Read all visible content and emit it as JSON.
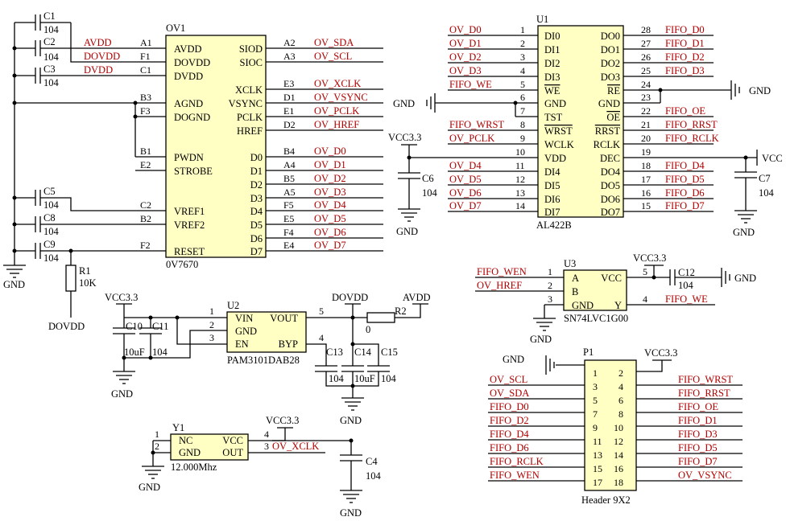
{
  "ov7670": {
    "ref": "OV1",
    "value": "0V7670",
    "left_pins": [
      {
        "num": "A1",
        "name": "AVDD",
        "net": "AVDD"
      },
      {
        "num": "F1",
        "name": "DOVDD",
        "net": "DOVDD"
      },
      {
        "num": "C1",
        "name": "DVDD",
        "net": "DVDD"
      },
      {
        "num": "B3",
        "name": "AGND",
        "net": ""
      },
      {
        "num": "F3",
        "name": "DOGND",
        "net": ""
      },
      {
        "num": "B1",
        "name": "PWDN",
        "net": ""
      },
      {
        "num": "E2",
        "name": "STROBE",
        "net": ""
      },
      {
        "num": "C2",
        "name": "VREF1",
        "net": ""
      },
      {
        "num": "B2",
        "name": "VREF2",
        "net": ""
      },
      {
        "num": "F2",
        "name": "RESET",
        "net": ""
      }
    ],
    "right_pins": [
      {
        "num": "A2",
        "name": "SIOD",
        "net": "OV_SDA"
      },
      {
        "num": "A3",
        "name": "SIOC",
        "net": "OV_SCL"
      },
      {
        "num": "E3",
        "name": "XCLK",
        "net": "OV_XCLK"
      },
      {
        "num": "D1",
        "name": "VSYNC",
        "net": "OV_VSYNC"
      },
      {
        "num": "E1",
        "name": "PCLK",
        "net": "OV_PCLK"
      },
      {
        "num": "D2",
        "name": "HREF",
        "net": "OV_HREF"
      },
      {
        "num": "B4",
        "name": "D0",
        "net": "OV_D0"
      },
      {
        "num": "A4",
        "name": "D1",
        "net": "OV_D1"
      },
      {
        "num": "B5",
        "name": "D2",
        "net": "OV_D2"
      },
      {
        "num": "A5",
        "name": "D3",
        "net": "OV_D3"
      },
      {
        "num": "F5",
        "name": "D4",
        "net": "OV_D4"
      },
      {
        "num": "E5",
        "name": "D5",
        "net": "OV_D5"
      },
      {
        "num": "F4",
        "name": "D6",
        "net": "OV_D6"
      },
      {
        "num": "E4",
        "name": "D7",
        "net": "OV_D7"
      }
    ]
  },
  "al422b": {
    "ref": "U1",
    "value": "AL422B",
    "left_pins": [
      {
        "num": "1",
        "name": "DI0",
        "net": "OV_D0"
      },
      {
        "num": "2",
        "name": "DI1",
        "net": "OV_D1"
      },
      {
        "num": "3",
        "name": "DI2",
        "net": "OV_D2"
      },
      {
        "num": "4",
        "name": "DI3",
        "net": "OV_D3"
      },
      {
        "num": "5",
        "name": "WE",
        "net": "FIFO_WE"
      },
      {
        "num": "6",
        "name": "GND",
        "net": ""
      },
      {
        "num": "7",
        "name": "TST",
        "net": ""
      },
      {
        "num": "8",
        "name": "WRST",
        "net": "FIFO_WRST"
      },
      {
        "num": "9",
        "name": "WCLK",
        "net": "OV_PCLK"
      },
      {
        "num": "10",
        "name": "VDD",
        "net": ""
      },
      {
        "num": "11",
        "name": "DI4",
        "net": "OV_D4"
      },
      {
        "num": "12",
        "name": "DI5",
        "net": "OV_D5"
      },
      {
        "num": "13",
        "name": "DI6",
        "net": "OV_D6"
      },
      {
        "num": "14",
        "name": "DI7",
        "net": "OV_D7"
      }
    ],
    "right_pins": [
      {
        "num": "28",
        "name": "DO0",
        "net": "FIFO_D0"
      },
      {
        "num": "27",
        "name": "DO1",
        "net": "FIFO_D1"
      },
      {
        "num": "26",
        "name": "DO2",
        "net": "FIFO_D2"
      },
      {
        "num": "25",
        "name": "DO3",
        "net": "FIFO_D3"
      },
      {
        "num": "24",
        "name": "RE",
        "net": ""
      },
      {
        "num": "23",
        "name": "GND",
        "net": ""
      },
      {
        "num": "22",
        "name": "OE",
        "net": "FIFO_OE"
      },
      {
        "num": "21",
        "name": "RRST",
        "net": "FIFO_RRST"
      },
      {
        "num": "20",
        "name": "RCLK",
        "net": "FIFO_RCLK"
      },
      {
        "num": "19",
        "name": "DEC",
        "net": ""
      },
      {
        "num": "18",
        "name": "DO4",
        "net": "FIFO_D4"
      },
      {
        "num": "17",
        "name": "DO5",
        "net": "FIFO_D5"
      },
      {
        "num": "16",
        "name": "DO6",
        "net": "FIFO_D6"
      },
      {
        "num": "15",
        "name": "DO7",
        "net": "FIFO_D7"
      }
    ]
  },
  "u3": {
    "ref": "U3",
    "value": "SN74LVC1G00",
    "pin_names": [
      "A",
      "B",
      "GND",
      "Y",
      "VCC"
    ],
    "pin_nums": [
      "1",
      "2",
      "3",
      "4",
      "5"
    ],
    "nets": [
      "FIFO_WEN",
      "OV_HREF",
      "FIFO_WE"
    ]
  },
  "u2": {
    "ref": "U2",
    "value": "PAM3101DAB28",
    "pin_names": [
      "VIN",
      "GND",
      "EN",
      "VOUT",
      "BYP"
    ],
    "pin_nums": [
      "1",
      "2",
      "3",
      "5",
      "4"
    ]
  },
  "y1": {
    "ref": "Y1",
    "value": "12.000Mhz",
    "pin_names": [
      "NC",
      "GND",
      "VCC",
      "OUT"
    ],
    "pin_nums": [
      "1",
      "2",
      "4",
      "3"
    ],
    "net": "OV_XCLK"
  },
  "header": {
    "ref": "P1",
    "value": "Header 9X2",
    "left_nets": [
      "",
      "OV_SCL",
      "OV_SDA",
      "FIFO_D0",
      "FIFO_D2",
      "FIFO_D4",
      "FIFO_D6",
      "FIFO_RCLK",
      "FIFO_WEN"
    ],
    "right_nets": [
      "",
      "FIFO_WRST",
      "FIFO_RRST",
      "FIFO_OE",
      "FIFO_D1",
      "FIFO_D3",
      "FIFO_D5",
      "FIFO_D7",
      "OV_VSYNC"
    ],
    "left_nums": [
      "1",
      "3",
      "5",
      "7",
      "9",
      "11",
      "13",
      "15",
      "17"
    ],
    "right_nums": [
      "2",
      "4",
      "6",
      "8",
      "10",
      "12",
      "14",
      "16",
      "18"
    ]
  },
  "caps": {
    "c1": {
      "ref": "C1",
      "value": "104"
    },
    "c2": {
      "ref": "C2",
      "value": "104"
    },
    "c3": {
      "ref": "C3",
      "value": "104"
    },
    "c5": {
      "ref": "C5",
      "value": "104"
    },
    "c8": {
      "ref": "C8",
      "value": "104"
    },
    "c9": {
      "ref": "C9",
      "value": "104"
    },
    "c6": {
      "ref": "C6",
      "value": "104"
    },
    "c7": {
      "ref": "C7",
      "value": "104"
    },
    "c12": {
      "ref": "C12",
      "value": "104"
    },
    "c10": {
      "ref": "C10",
      "value": "10uF"
    },
    "c11": {
      "ref": "C11",
      "value": "104"
    },
    "c13": {
      "ref": "C13",
      "value": "104"
    },
    "c14": {
      "ref": "C14",
      "value": "10uF"
    },
    "c15": {
      "ref": "C15",
      "value": "104"
    },
    "c4": {
      "ref": "C4",
      "value": "104"
    }
  },
  "resistors": {
    "r1": {
      "ref": "R1",
      "value": "10K"
    },
    "r2": {
      "ref": "R2",
      "value": "0"
    }
  },
  "power": {
    "gnd": "GND",
    "vcc": "VCC3.3",
    "vcc_short": "VCC",
    "dovdd": "DOVDD",
    "avdd": "AVDD"
  }
}
